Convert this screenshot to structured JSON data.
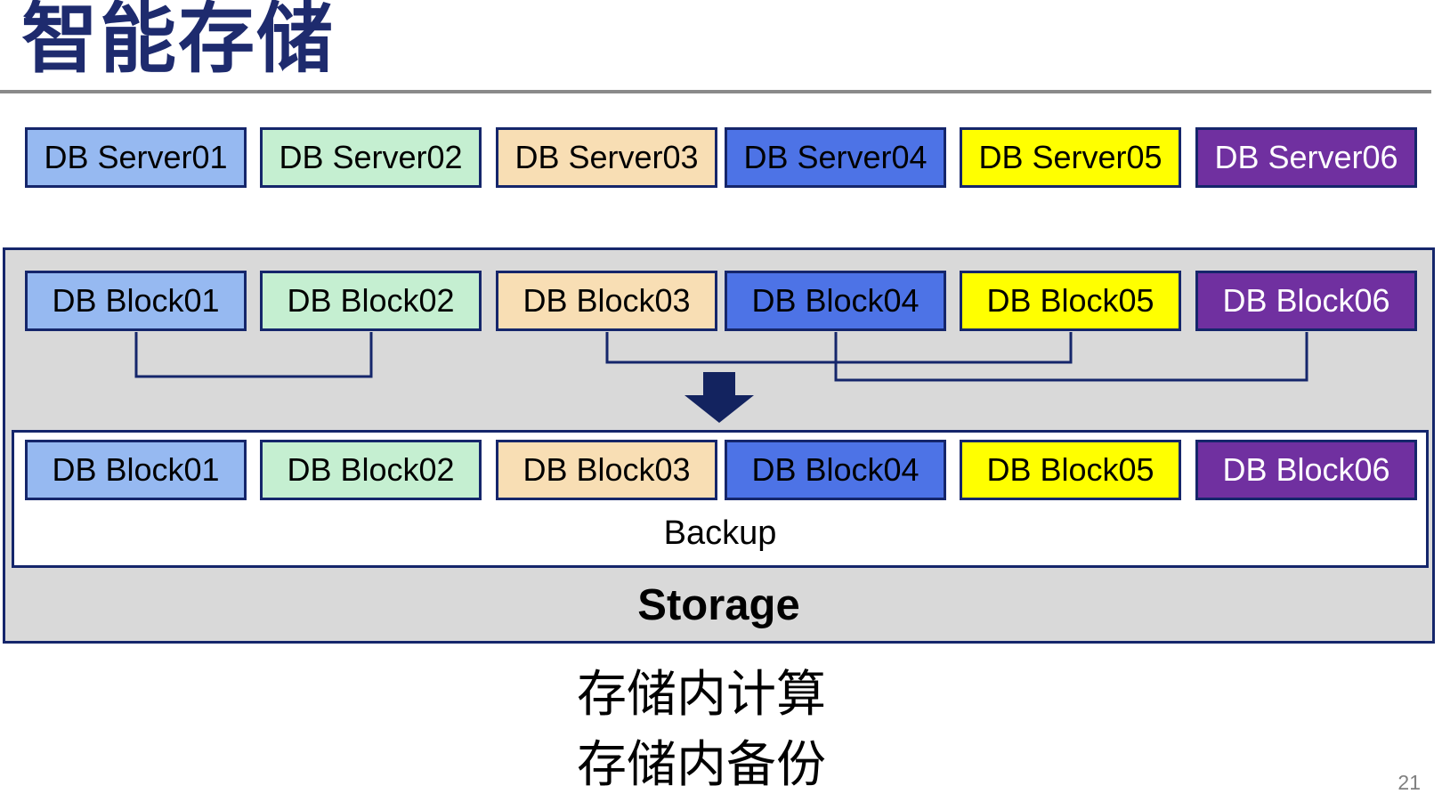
{
  "slide": {
    "title": "智能存储",
    "page_number": "21",
    "caption_line1": "存储内计算",
    "caption_line2": "存储内备份"
  },
  "palette": {
    "box_fills": [
      "#96B9F1",
      "#C5EFD1",
      "#F8DEB4",
      "#4D73E6",
      "#FFFF00",
      "#7030A0"
    ],
    "box_text_colors": [
      "#000000",
      "#000000",
      "#000000",
      "#000000",
      "#000000",
      "#FFFFFF"
    ],
    "border_navy": "#15266B",
    "title_navy": "#1E2B6E",
    "storage_panel_gray": "#D9D9D9",
    "title_rule_gray": "#8A8A8A",
    "page_number_gray": "#808080"
  },
  "servers": [
    {
      "label": "DB Server01"
    },
    {
      "label": "DB Server02"
    },
    {
      "label": "DB Server03"
    },
    {
      "label": "DB Server04"
    },
    {
      "label": "DB Server05"
    },
    {
      "label": "DB Server06"
    }
  ],
  "storage_panel": {
    "blocks_top": [
      {
        "label": "DB Block01"
      },
      {
        "label": "DB Block02"
      },
      {
        "label": "DB Block03"
      },
      {
        "label": "DB Block04"
      },
      {
        "label": "DB Block05"
      },
      {
        "label": "DB Block06"
      }
    ],
    "connections": [
      {
        "from": "DB Block01",
        "to": "DB Block02"
      },
      {
        "from": "DB Block03",
        "to": "DB Block05"
      },
      {
        "from": "DB Block04",
        "to": "DB Block06"
      }
    ],
    "blocks_bottom": [
      {
        "label": "DB Block01"
      },
      {
        "label": "DB Block02"
      },
      {
        "label": "DB Block03"
      },
      {
        "label": "DB Block04"
      },
      {
        "label": "DB Block05"
      },
      {
        "label": "DB Block06"
      }
    ],
    "backup_label": "Backup",
    "storage_label": "Storage"
  }
}
